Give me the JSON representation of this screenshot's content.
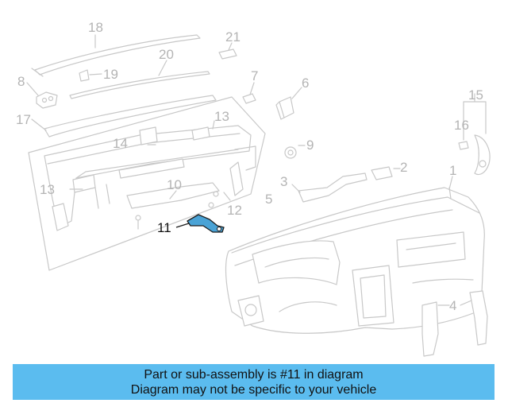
{
  "diagram": {
    "callouts": [
      {
        "id": "18",
        "label": "18"
      },
      {
        "id": "21",
        "label": "21"
      },
      {
        "id": "20",
        "label": "20"
      },
      {
        "id": "19",
        "label": "19"
      },
      {
        "id": "8",
        "label": "8"
      },
      {
        "id": "7",
        "label": "7"
      },
      {
        "id": "6",
        "label": "6"
      },
      {
        "id": "15",
        "label": "15"
      },
      {
        "id": "16",
        "label": "16"
      },
      {
        "id": "17",
        "label": "17"
      },
      {
        "id": "13a",
        "label": "13"
      },
      {
        "id": "14",
        "label": "14"
      },
      {
        "id": "9",
        "label": "9"
      },
      {
        "id": "2",
        "label": "2"
      },
      {
        "id": "1",
        "label": "1"
      },
      {
        "id": "3",
        "label": "3"
      },
      {
        "id": "13b",
        "label": "13"
      },
      {
        "id": "10",
        "label": "10"
      },
      {
        "id": "5",
        "label": "5"
      },
      {
        "id": "12",
        "label": "12"
      },
      {
        "id": "11",
        "label": "11"
      },
      {
        "id": "4",
        "label": "4"
      }
    ],
    "highlight_part": "11",
    "highlight_color": "#4aa3d6",
    "line_color": "#c8c8c8"
  },
  "banner": {
    "line1": "Part or sub-assembly is #11 in diagram",
    "line2": "Diagram may not be specific to your vehicle",
    "background": "#5bbcef"
  }
}
